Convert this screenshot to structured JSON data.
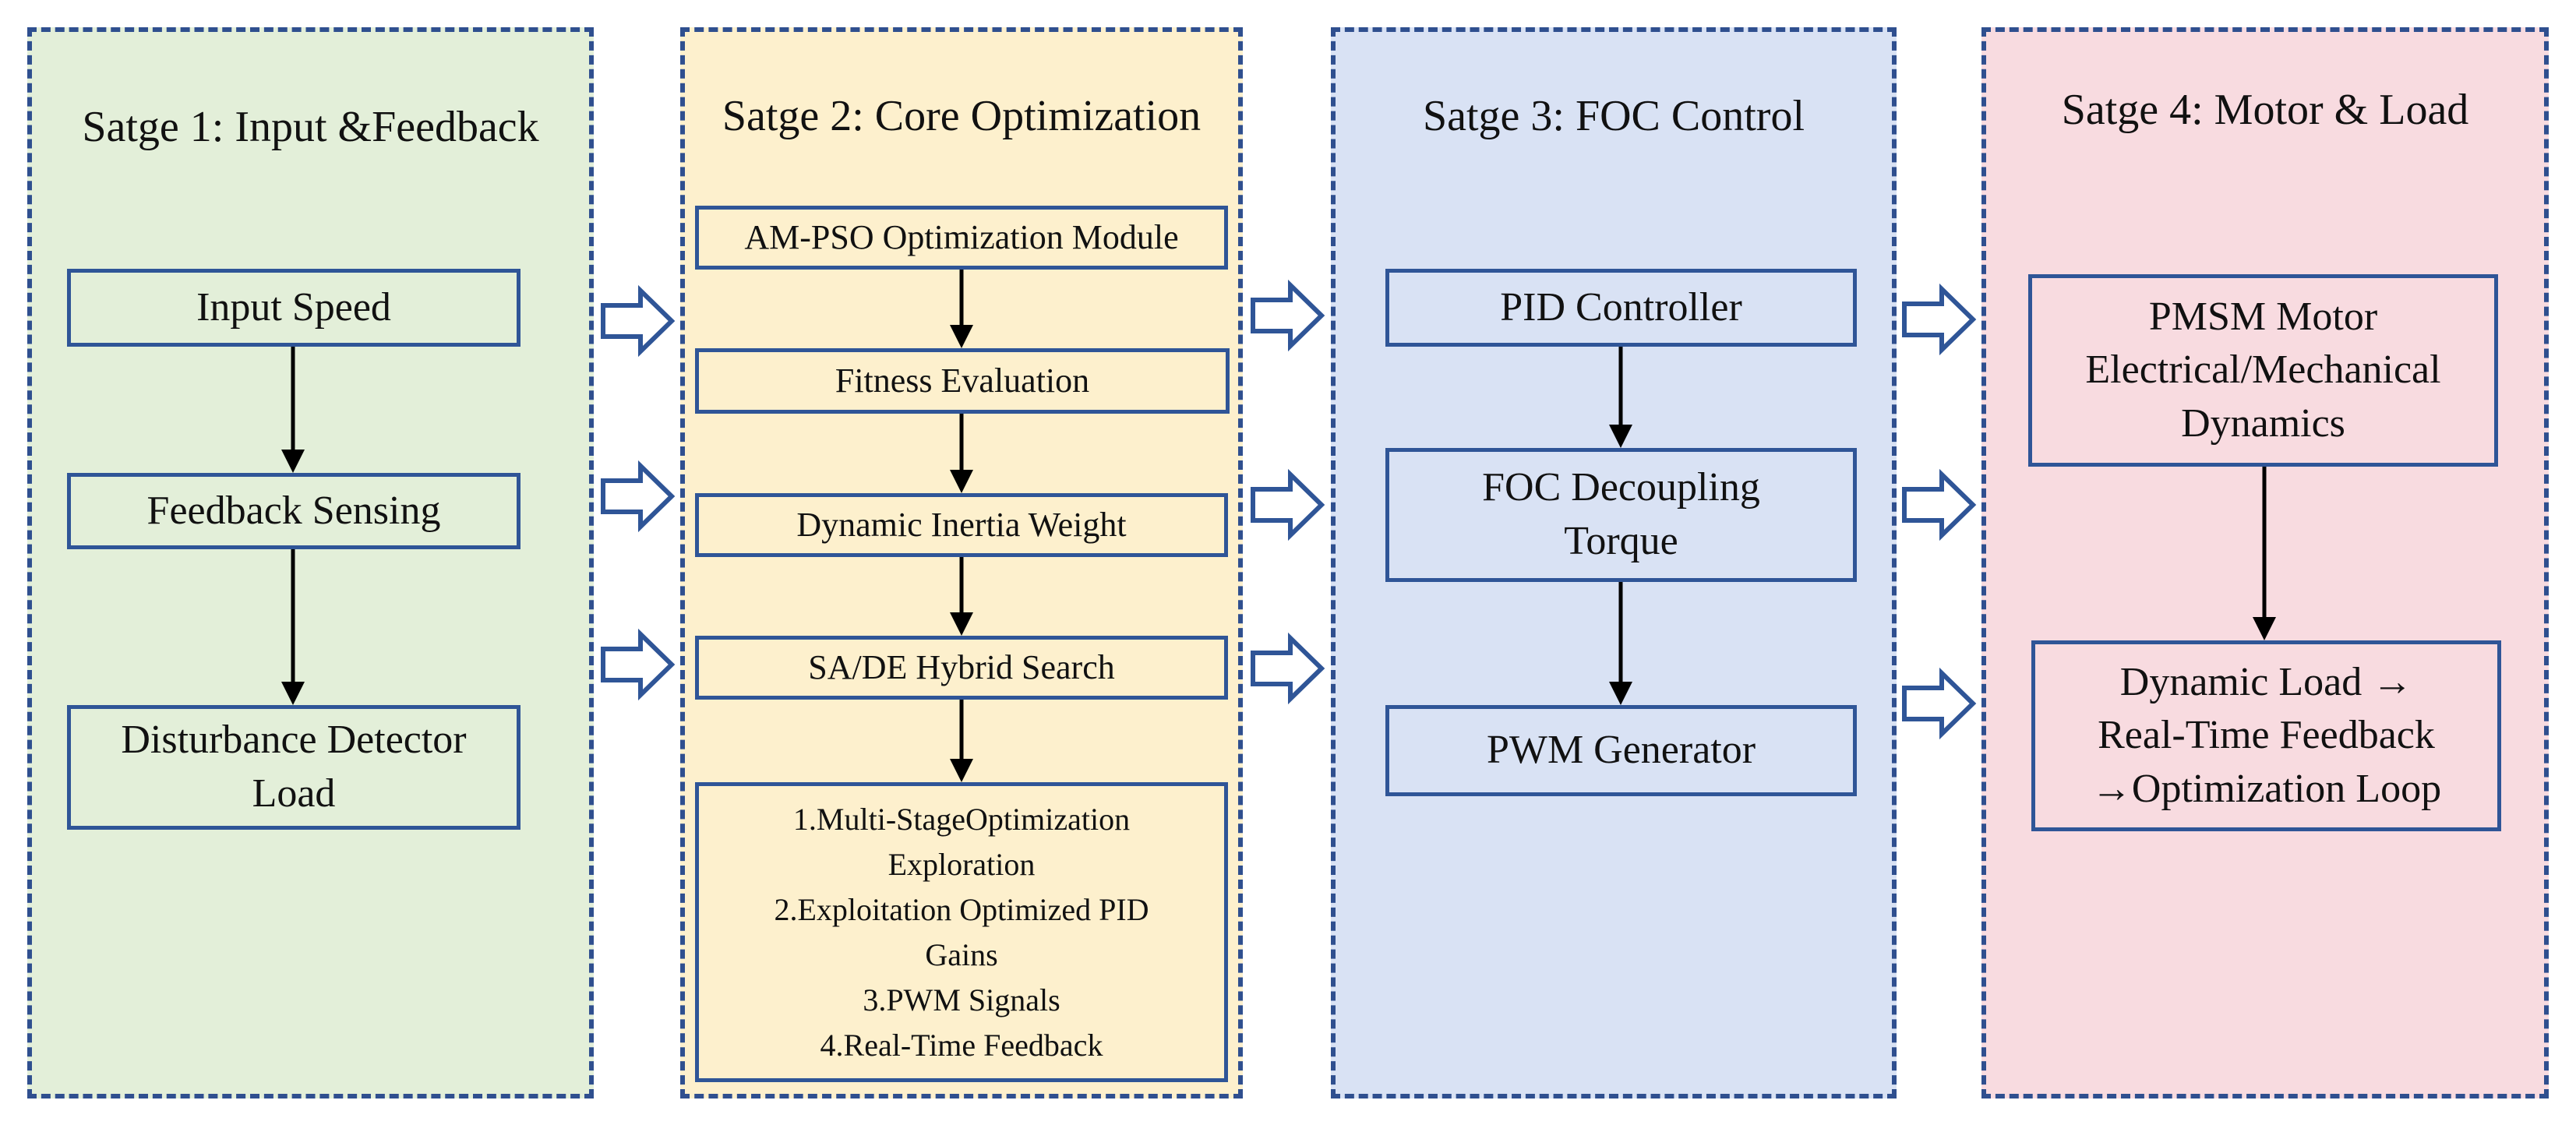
{
  "colors": {
    "border": "#2f4f8f",
    "box_border": "#2f5597",
    "stage1_fill": "#e3efd9",
    "stage2_fill": "#fdf0cd",
    "stage3_fill": "#d9e2f4",
    "stage4_fill": "#f8dbe0",
    "arrow": "#000000"
  },
  "stages": [
    {
      "title": "Satge 1: Input &Feedback",
      "boxes": [
        {
          "lines": [
            "Input Speed"
          ]
        },
        {
          "lines": [
            "Feedback Sensing"
          ]
        },
        {
          "lines": [
            "Disturbance Detector",
            "Load"
          ]
        }
      ]
    },
    {
      "title": "Satge 2: Core Optimization",
      "boxes": [
        {
          "lines": [
            "AM-PSO Optimization Module"
          ]
        },
        {
          "lines": [
            "Fitness Evaluation"
          ]
        },
        {
          "lines": [
            "Dynamic Inertia Weight"
          ]
        },
        {
          "lines": [
            "SA/DE Hybrid Search"
          ]
        },
        {
          "lines": [
            "1.Multi-StageOptimization",
            "Exploration",
            "2.Exploitation Optimized PID",
            "Gains",
            "3.PWM Signals",
            "4.Real-Time Feedback"
          ]
        }
      ]
    },
    {
      "title": "Satge 3: FOC Control",
      "boxes": [
        {
          "lines": [
            "PID Controller"
          ]
        },
        {
          "lines": [
            "FOC Decoupling",
            "Torque"
          ]
        },
        {
          "lines": [
            "PWM Generator"
          ]
        }
      ]
    },
    {
      "title": "Satge 4: Motor & Load",
      "boxes": [
        {
          "lines": [
            "PMSM Motor",
            "Electrical/Mechanical",
            "Dynamics"
          ]
        },
        {
          "lines": [
            "Dynamic Load →",
            "Real-Time Feedback",
            "→Optimization Loop"
          ]
        }
      ]
    }
  ]
}
